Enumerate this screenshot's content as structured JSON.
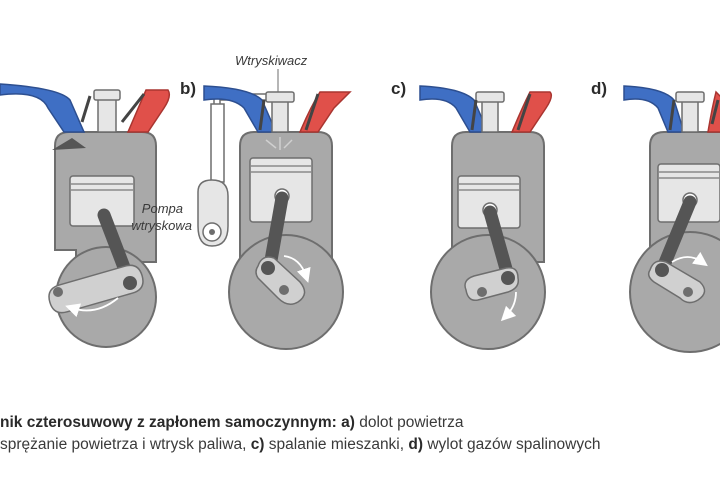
{
  "panels": [
    {
      "label": "",
      "stroke": "a"
    },
    {
      "label": "b)",
      "stroke": "b"
    },
    {
      "label": "c)",
      "stroke": "c"
    },
    {
      "label": "d)",
      "stroke": "d"
    }
  ],
  "labels": {
    "injector": "Wtryskiwacz",
    "pump_line1": "Pompa",
    "pump_line2": "wtryskowa"
  },
  "caption": {
    "line1_title": "nik czterosuwowy z zapłonem samoczynnym:",
    "line1_a_key": "a)",
    "line1_a_text": "dolot powietrza",
    "line2_b_text": "sprężanie powietrza i wtrysk paliwa,",
    "line2_c_key": "c)",
    "line2_c_text": "spalanie mieszanki,",
    "line2_d_key": "d)",
    "line2_d_text": "wylot gazów spalinowych"
  },
  "colors": {
    "engine_gray": "#a9a9a9",
    "outline": "#6e6e6e",
    "intake_blue": "#3f6fc4",
    "exhaust_red": "#e0504a",
    "rod_dark": "#555555",
    "piston_light": "#e6e6e6",
    "label_dark": "#2b2b2b"
  }
}
